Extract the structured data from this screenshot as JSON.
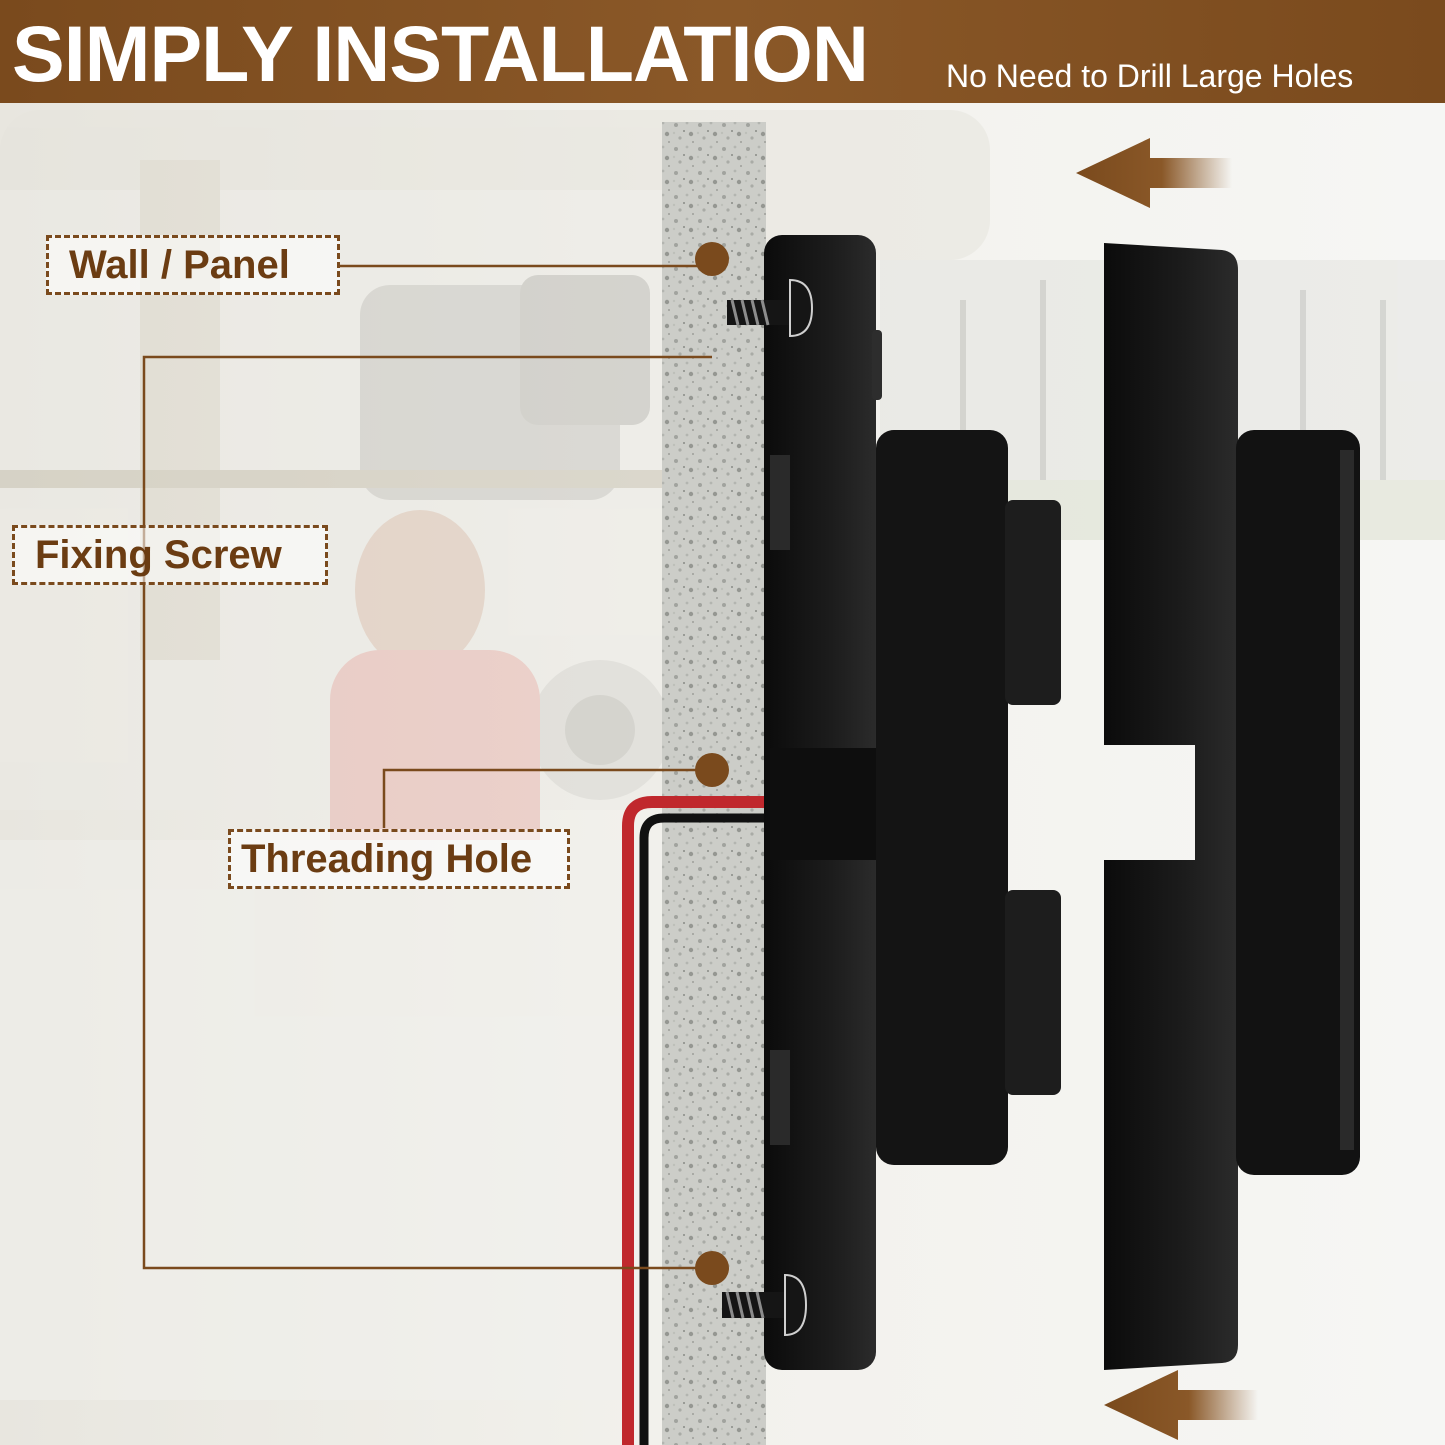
{
  "header": {
    "title": "SIMPLY INSTALLATION",
    "subtitle": "No Need to Drill Large Holes"
  },
  "callouts": {
    "wall_panel": "Wall / Panel",
    "fixing_screw": "Fixing Screw",
    "threading_hole": "Threading Hole"
  },
  "colors": {
    "brand_brown": "#7a4a1d",
    "label_text": "#6b3c12",
    "arrow": "#7a4a1d",
    "socket_body": "#151515",
    "wire_red": "#c0282d",
    "wire_black": "#111111"
  },
  "icons": {
    "arrow_top": "arrow-left-icon",
    "arrow_bottom": "arrow-left-icon",
    "screw_top": "screw-icon",
    "screw_bottom": "screw-icon"
  }
}
